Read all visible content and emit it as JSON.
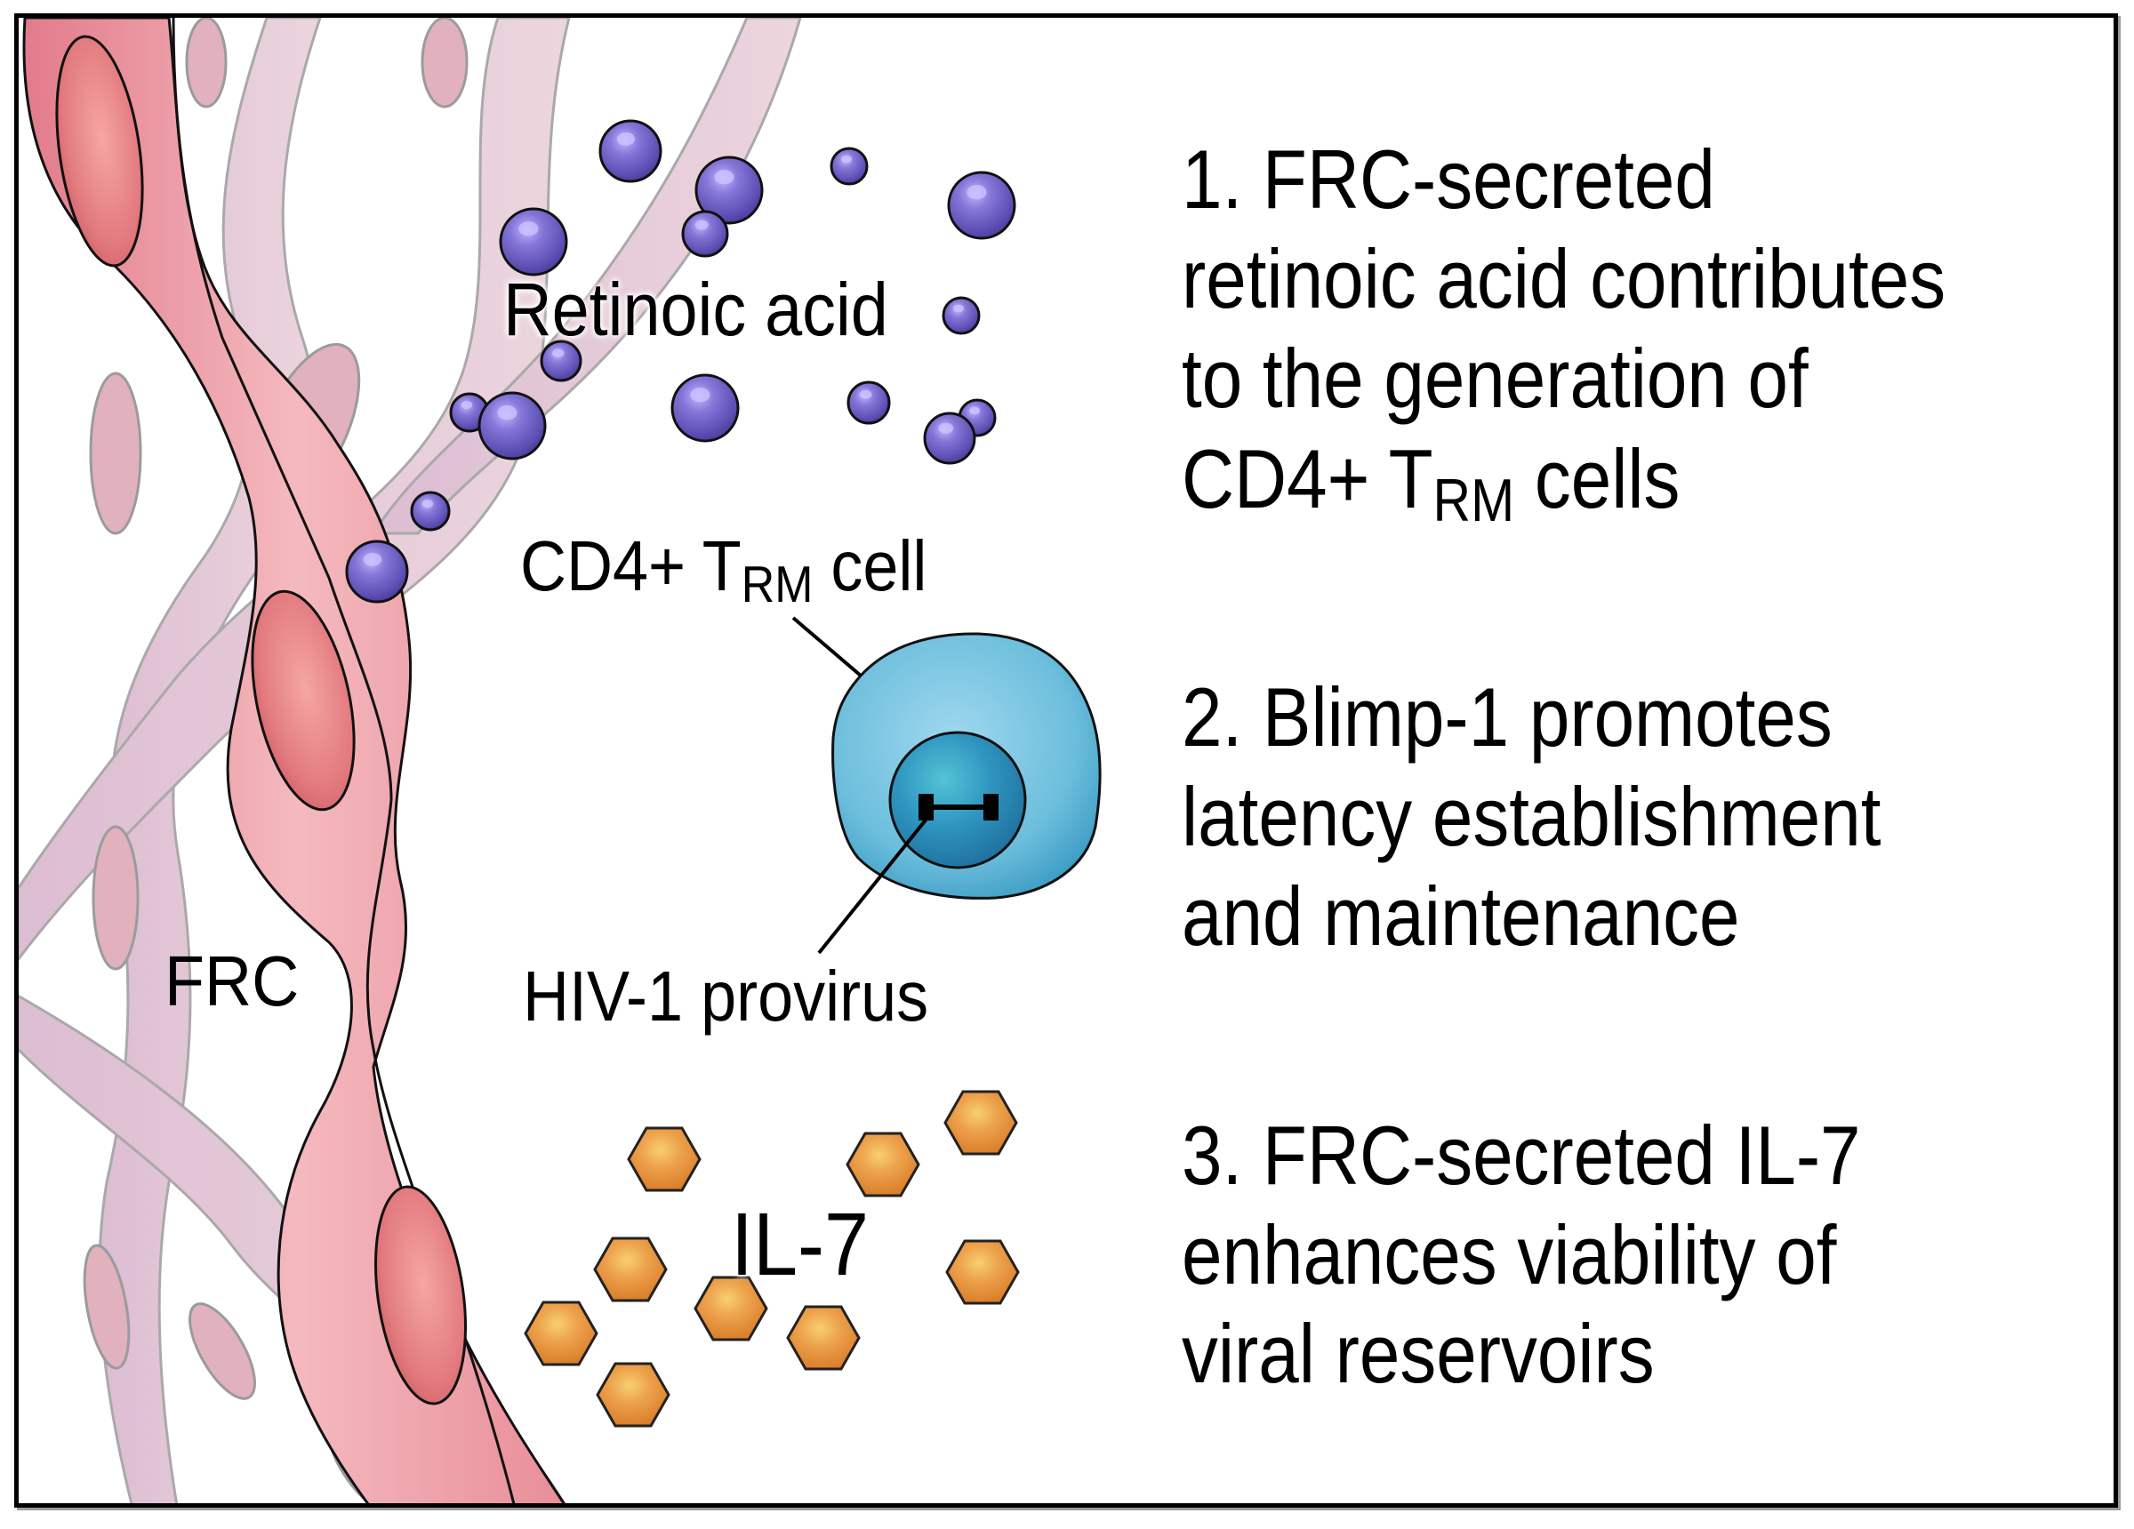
{
  "figure": {
    "colors": {
      "frame": "#000000",
      "frc_main": "#e98c98",
      "frc_faint": "#d9b4c8",
      "nucleus": "#d9666e",
      "retinoic_acid": "#7466c8",
      "tcell": "#6fbfdc",
      "tcell_nucleus": "#2f92bd",
      "il7": "#eb9c45"
    },
    "labels": {
      "retinoic_acid": "Retinoic acid",
      "cd4_prefix": "CD4+ T",
      "cd4_sub": "RM",
      "cd4_suffix": " cell",
      "hiv_provirus": "HIV-1 provirus",
      "frc": "FRC",
      "il7": "IL-7"
    },
    "steps": [
      {
        "lines": [
          {
            "text": "1. FRC-secreted"
          },
          {
            "text": "retinoic acid contributes"
          },
          {
            "text": "to the generation of"
          },
          {
            "prefix": "CD4+ T",
            "sub": "RM",
            "suffix": " cells"
          }
        ]
      },
      {
        "lines": [
          {
            "text": "2. Blimp-1 promotes"
          },
          {
            "text": "latency establishment"
          },
          {
            "text": "and maintenance"
          }
        ]
      },
      {
        "lines": [
          {
            "text": "3. FRC-secreted IL-7"
          },
          {
            "text": "enhances viability of"
          },
          {
            "text": "viral reservoirs"
          }
        ]
      }
    ],
    "icons": {
      "retinoic_acid_molecule": "purple-sphere",
      "il7_molecule": "orange-hexagon",
      "provirus": "dumbbell-bar",
      "tcell": "blue-round-cell",
      "frc": "pink-spindle-cell"
    }
  }
}
